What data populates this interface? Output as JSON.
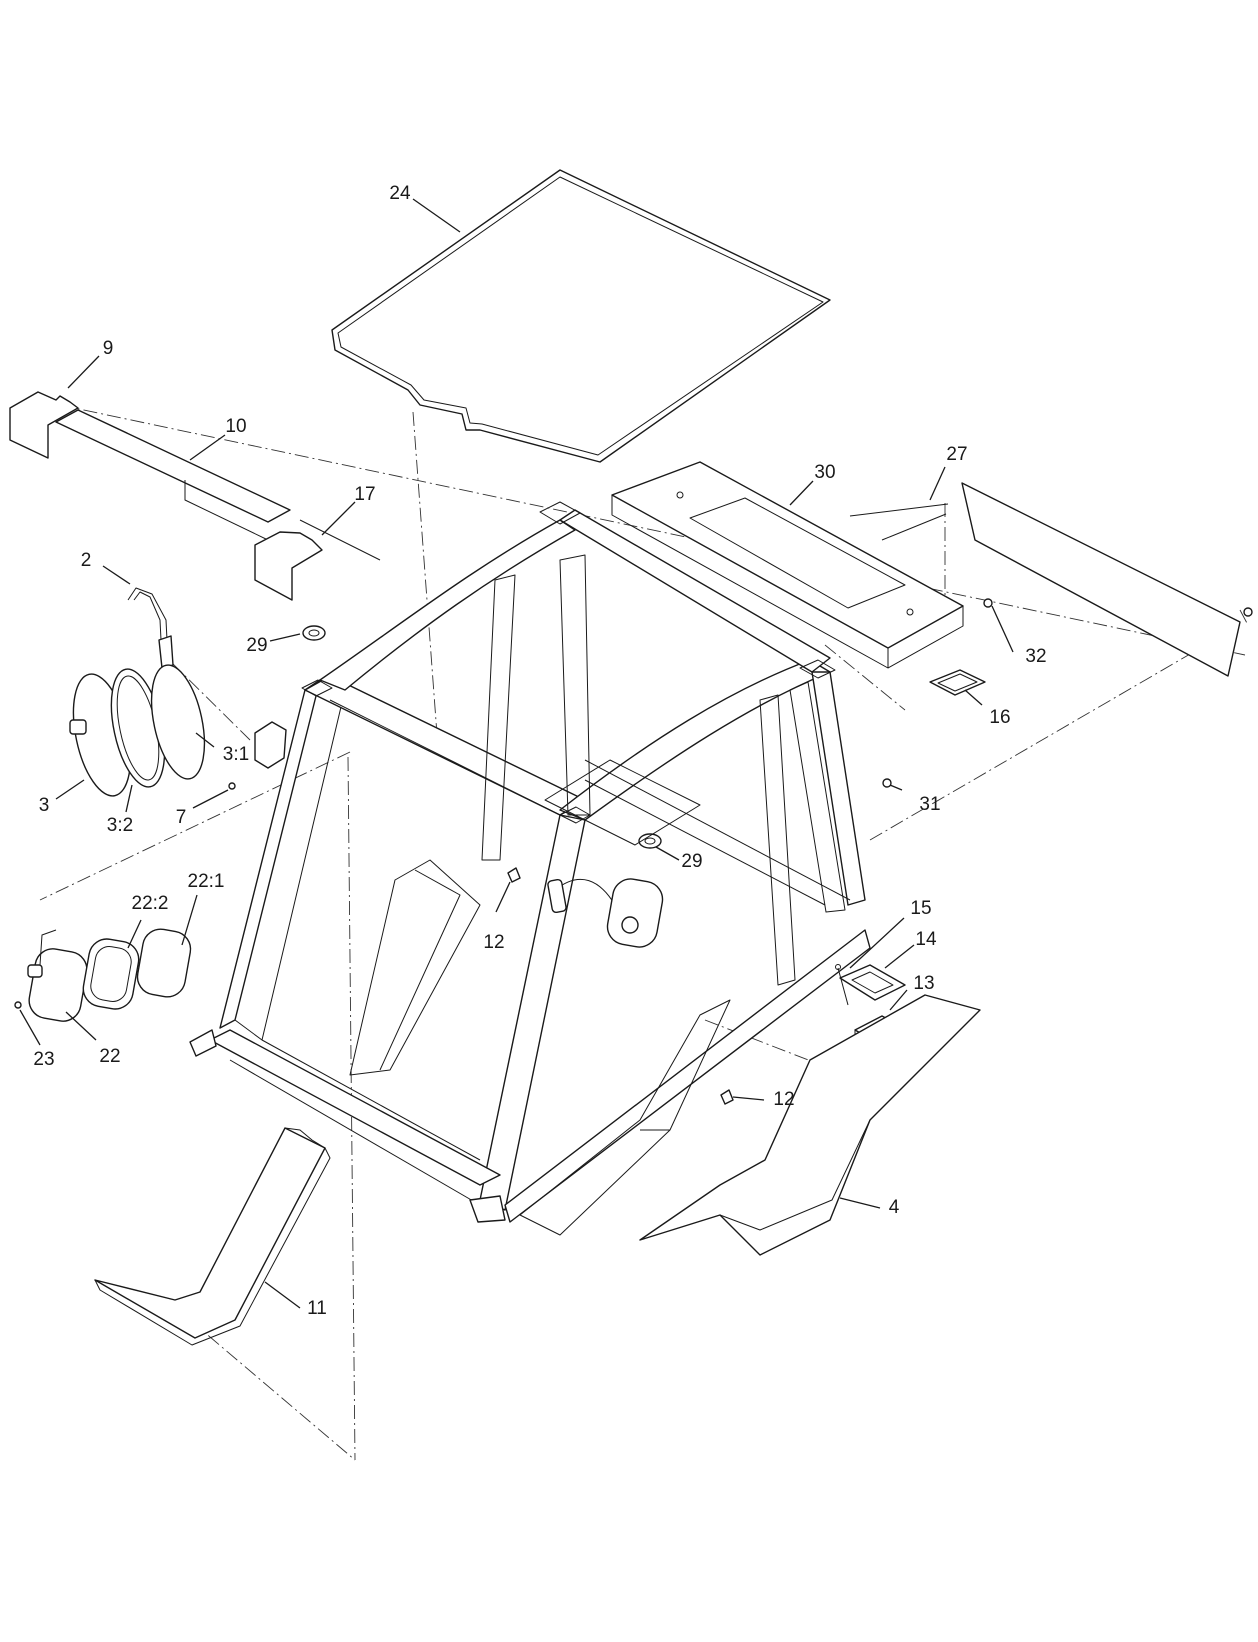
{
  "diagram": {
    "callouts": [
      "24",
      "9",
      "10",
      "17",
      "2",
      "29",
      "3:1",
      "3",
      "3:2",
      "7",
      "30",
      "27",
      "32",
      "16",
      "31",
      "29",
      "22:1",
      "22:2",
      "12",
      "23",
      "22",
      "15",
      "14",
      "13",
      "12",
      "4",
      "11"
    ],
    "colors": {
      "line": "#1a1a1a",
      "background": "#ffffff"
    }
  }
}
